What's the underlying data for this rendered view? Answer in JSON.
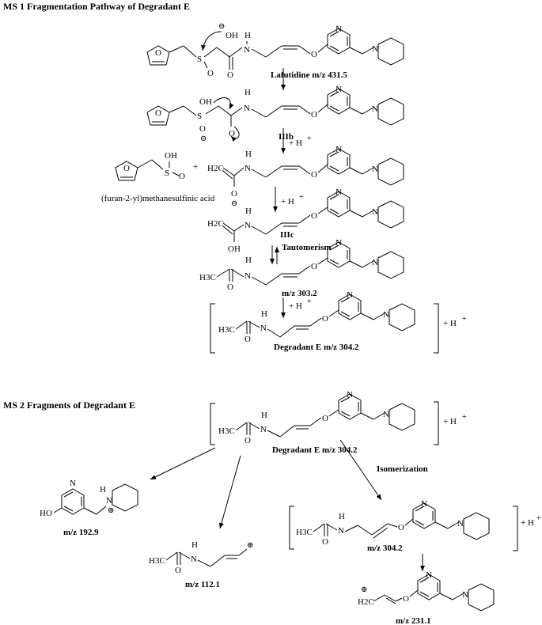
{
  "headings": {
    "ms1": "MS 1 Fragmentation Pathway of Degradant E",
    "ms2": "MS 2 Fragments of Degradant E"
  },
  "labels": {
    "lafutidine": "Lafutidine m/z 431.5",
    "iiib": "IIIb",
    "iiic": "IIIc",
    "m303": "m/z 303.2",
    "degradantE": "Degradant E m/z 304.2",
    "degradantE2": "Degradant E m/z 304.2",
    "m304": "m/z 304.2",
    "m192": "m/z 192.9",
    "m112": "m/z 112.1",
    "m231": "m/z 231.1",
    "sulfinic": "(furan-2-yl)methanesulfinic acid"
  },
  "steps": {
    "h1": "+ H",
    "h2": "+ H",
    "h3": "+ H",
    "tautomerism": "Tautomerism",
    "isomerization": "Isomerization",
    "plus": "+"
  },
  "atoms": {
    "N": "N",
    "O": "O",
    "S": "S",
    "H": "H",
    "OH": "OH",
    "HO": "HO",
    "H3C": "H3C",
    "H2C": "H2C",
    "hydroxide": "OH",
    "plusH": "+ H",
    "superPlus": "+",
    "minus": "⊖",
    "plusCircle": "⊕"
  }
}
